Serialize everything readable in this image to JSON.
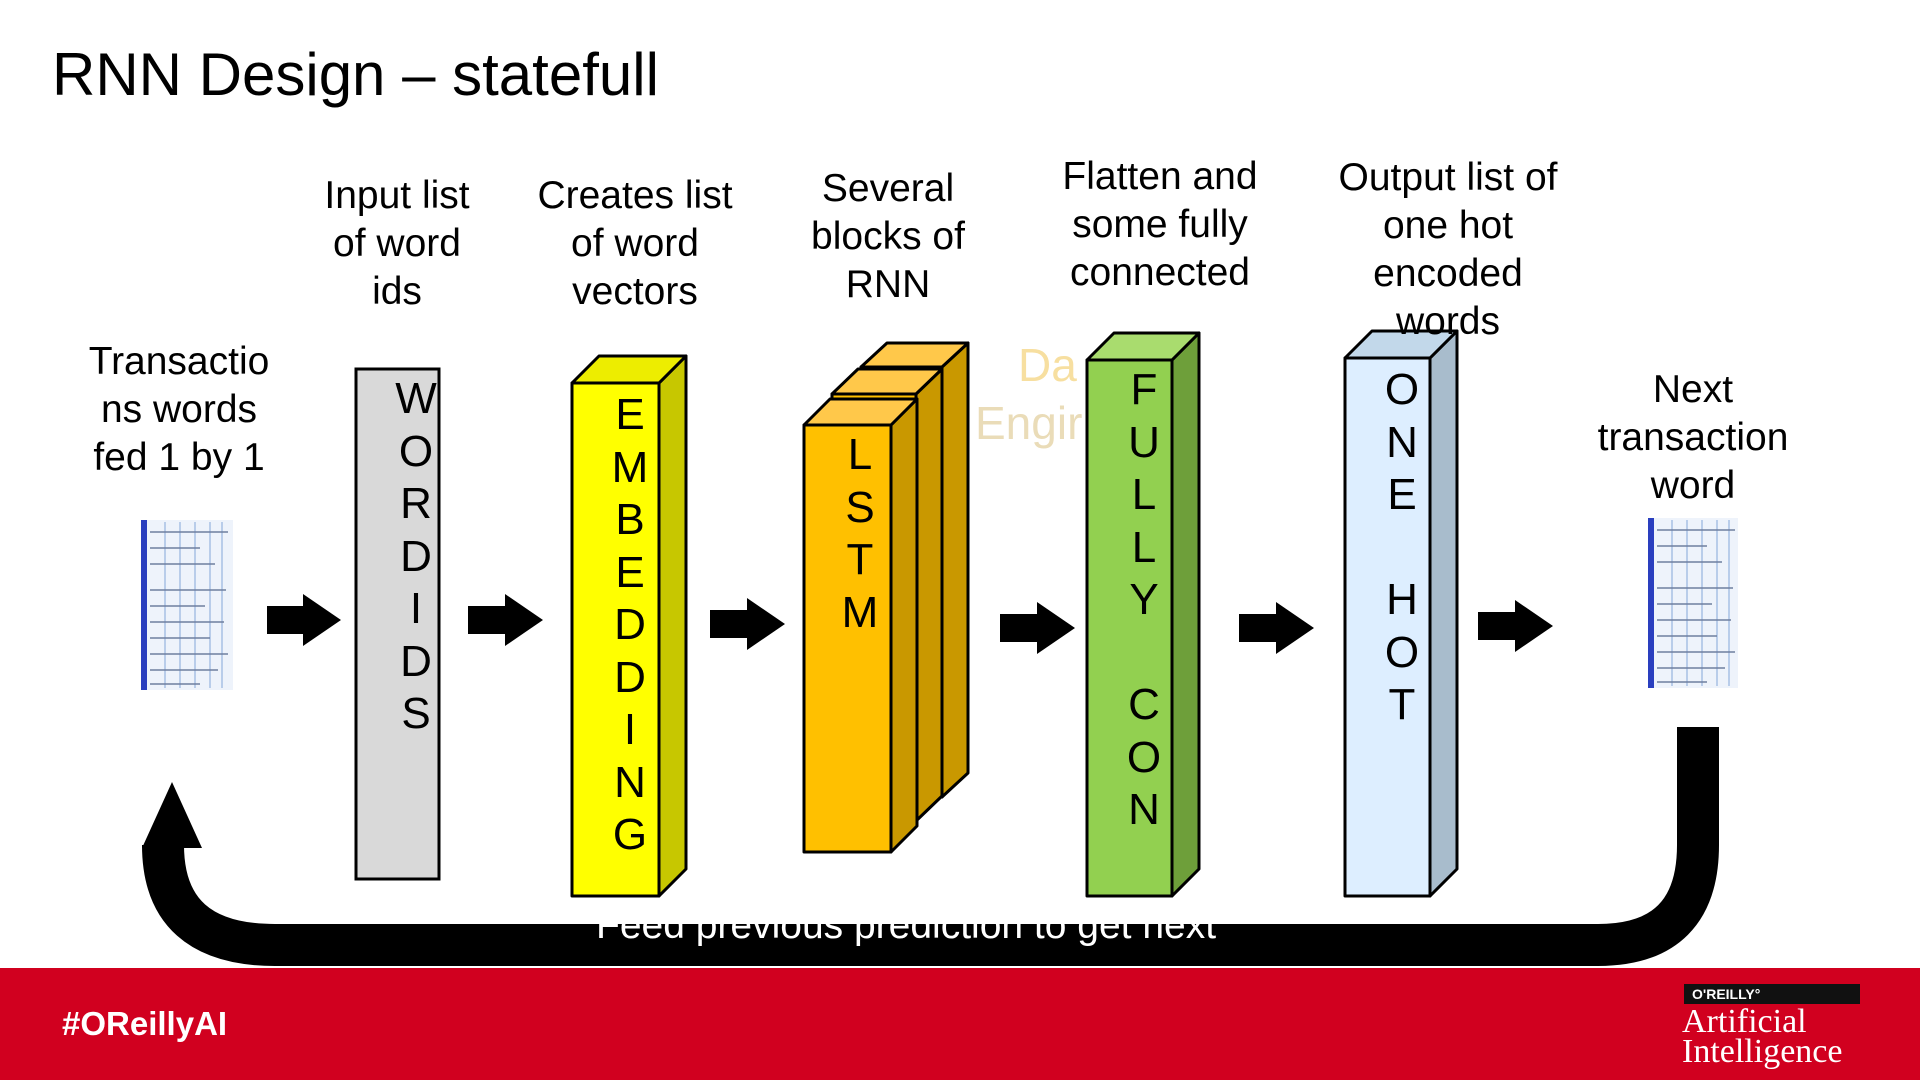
{
  "title": "RNN Design – statefull",
  "captions": {
    "transaction": "Transactio\nns words\nfed 1 by 1",
    "input": "Input list\nof word\nids",
    "creates": "Creates list\nof word\nvectors",
    "several": "Several\nblocks of\nRNN",
    "flatten": "Flatten and\nsome fully\nconnected",
    "output": "Output list of\none hot\nencoded\nwords",
    "next": "Next\ntransaction\nword"
  },
  "blocks": {
    "word_ids": "W\nO\nR\nD\nI\nD\nS",
    "embedding": "E\nM\nB\nE\nD\nD\nI\nN\nG",
    "lstm": "L\nS\nT\nM",
    "fully_con": "F\nU\nL\nL\nY\n\nC\nO\nN",
    "one_hot": "O\nN\nE\n\nH\nO\nT"
  },
  "watermark": {
    "line1": "Da",
    "line2": "Engir"
  },
  "feedback_label": "Feed previous prediction to get  next",
  "footer": {
    "hashtag": "#OReillyAI",
    "logo_badge": "O'REILLY°",
    "logo_line1": "Artificial",
    "logo_line2": "Intelligence"
  },
  "colors": {
    "word_ids": "#d9d9d9",
    "embedding": "#ffff00",
    "lstm": "#ffc000",
    "fully_con": "#92d050",
    "one_hot": "#ddeeff",
    "footer": "#d1001f"
  }
}
